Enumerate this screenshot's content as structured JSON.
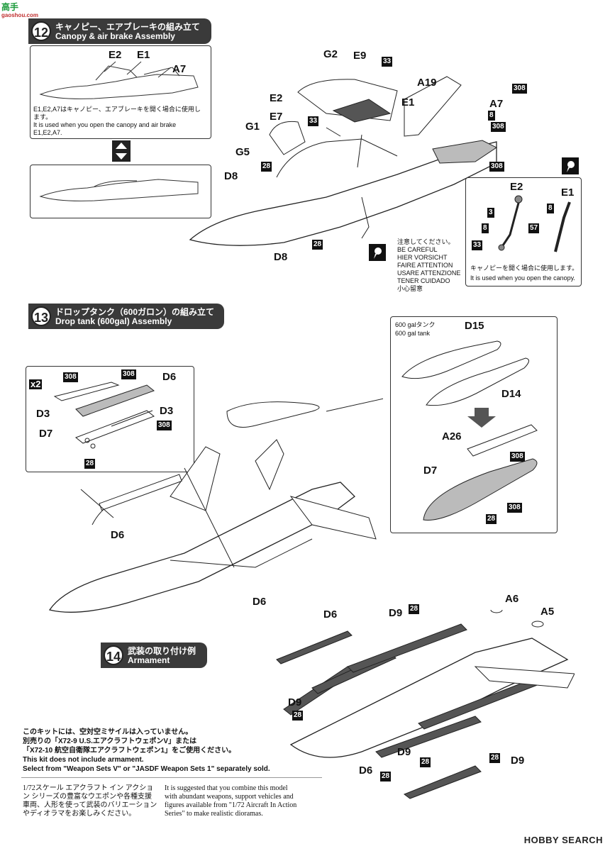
{
  "watermark": {
    "jp": "高手",
    "en": "gaoshou.com"
  },
  "step12": {
    "num": "12",
    "title_jp": "キャノピー、エアブレーキの組み立て",
    "title_en": "Canopy & air brake Assembly",
    "inset_labels": [
      "E2",
      "E1",
      "A7"
    ],
    "inset_note_jp": "E1,E2,A7はキャノピー、エアブレーキを開く場合に使用します。",
    "inset_note_en": "It is used when you open the canopy and air brake E1,E2,A7.",
    "parts": [
      "G2",
      "E9",
      "A19",
      "E2",
      "E1",
      "A7",
      "E7",
      "G1",
      "G5",
      "D8",
      "D8"
    ],
    "paints": [
      "33",
      "308",
      "8",
      "308",
      "33",
      "28",
      "28",
      "308"
    ],
    "caution": [
      "注意してください。",
      "BE CAREFUL",
      "HIER VORSICHT",
      "FAIRE ATTENTION",
      "USARE ATTENZIONE",
      "TENER CUIDADO",
      "小心留意"
    ],
    "detail_labels": [
      "E2",
      "E1"
    ],
    "detail_paints": [
      "8",
      "3",
      "8",
      "33",
      "57"
    ],
    "detail_note_jp": "キャノピーを開く場合に使用します。",
    "detail_note_en": "It is used when you open the canopy."
  },
  "step13": {
    "num": "13",
    "title_jp": "ドロップタンク（600ガロン）の組み立て",
    "title_en": "Drop tank (600gal) Assembly",
    "x2": "x2",
    "left_labels": [
      "D6",
      "D3",
      "D3",
      "D7"
    ],
    "left_paints": [
      "308",
      "308",
      "308",
      "28"
    ],
    "tank_label_jp": "600 galタンク",
    "tank_label_en": "600 gal tank",
    "tank_parts": [
      "D15",
      "D14",
      "A26",
      "D7"
    ],
    "tank_paints": [
      "308",
      "308",
      "28"
    ],
    "d6_labels": [
      "D6",
      "D6"
    ]
  },
  "step14": {
    "num": "14",
    "title_jp": "武装の取り付け例",
    "title_en": "Armament",
    "labels": [
      "D6",
      "D9",
      "A6",
      "A5",
      "D9",
      "D9",
      "D9",
      "D6"
    ],
    "paints": [
      "28",
      "28",
      "28",
      "28",
      "28"
    ],
    "note_jp_1": "このキットには、空対空ミサイルは入っていません。",
    "note_jp_2": "別売りの「X72-9 U.S.エアクラフトウェポンV」または",
    "note_jp_3": "「X72-10 航空自衛隊エアクラフトウェポン1」をご使用ください。",
    "note_en_1": "This kit does not include armament.",
    "note_en_2": "Select from \"Weapon Sets V\" or \"JASDF Weapon Sets 1\" separately sold.",
    "desc_jp": "1/72スケール エアクラフト イン アクション シリーズの豊富なウエポンや各種支援車両、人形を使って武装のバリエーションやディオラマをお楽しみください。",
    "desc_en": "It is suggested that you combine this model with abundant weapons, support vehicles and figures available from \"1/72 Aircraft In Action Series\" to make realistic dioramas."
  },
  "footer_logo": "HOBBY SEARCH"
}
